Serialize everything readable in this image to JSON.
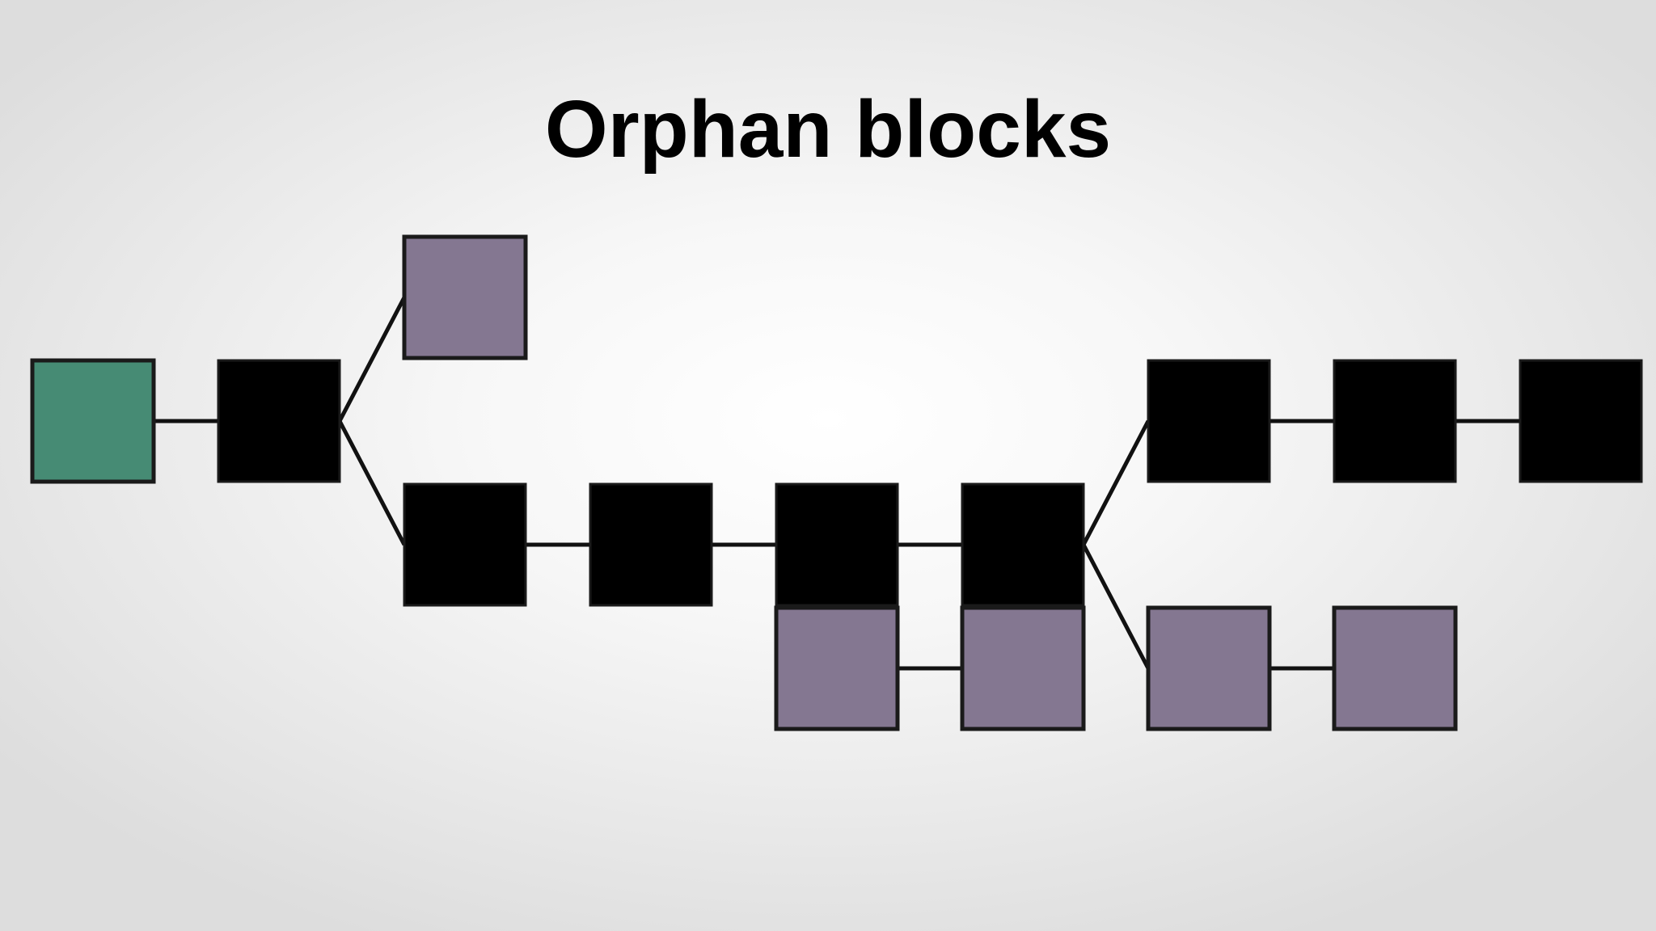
{
  "slide": {
    "title": "Orphan blocks"
  },
  "colors": {
    "genesis_block": "#468b74",
    "main_chain_block": "#000000",
    "orphan_block": "#847791",
    "block_border": "#1a1a1a",
    "connector": "#111111"
  },
  "diagram": {
    "blocks": [
      {
        "id": "genesis",
        "kind": "genesis"
      },
      {
        "id": "block-2",
        "kind": "main"
      },
      {
        "id": "orphan-a",
        "kind": "orphan"
      },
      {
        "id": "block-3",
        "kind": "main"
      },
      {
        "id": "block-4",
        "kind": "main"
      },
      {
        "id": "block-5",
        "kind": "main"
      },
      {
        "id": "block-6",
        "kind": "main"
      },
      {
        "id": "orphan-b1",
        "kind": "orphan"
      },
      {
        "id": "orphan-b2",
        "kind": "orphan"
      },
      {
        "id": "block-7",
        "kind": "main"
      },
      {
        "id": "block-8",
        "kind": "main"
      },
      {
        "id": "block-9",
        "kind": "main"
      },
      {
        "id": "orphan-c1",
        "kind": "orphan"
      },
      {
        "id": "orphan-c2",
        "kind": "orphan"
      }
    ],
    "links": [
      [
        "genesis",
        "block-2"
      ],
      [
        "block-2",
        "orphan-a"
      ],
      [
        "block-2",
        "block-3"
      ],
      [
        "block-3",
        "block-4"
      ],
      [
        "block-4",
        "block-5"
      ],
      [
        "block-5",
        "block-6"
      ],
      [
        "block-5",
        "orphan-b1"
      ],
      [
        "orphan-b1",
        "orphan-b2"
      ],
      [
        "block-6",
        "block-7"
      ],
      [
        "block-7",
        "block-8"
      ],
      [
        "block-8",
        "block-9"
      ],
      [
        "block-6",
        "orphan-c1"
      ],
      [
        "orphan-c1",
        "orphan-c2"
      ]
    ]
  }
}
